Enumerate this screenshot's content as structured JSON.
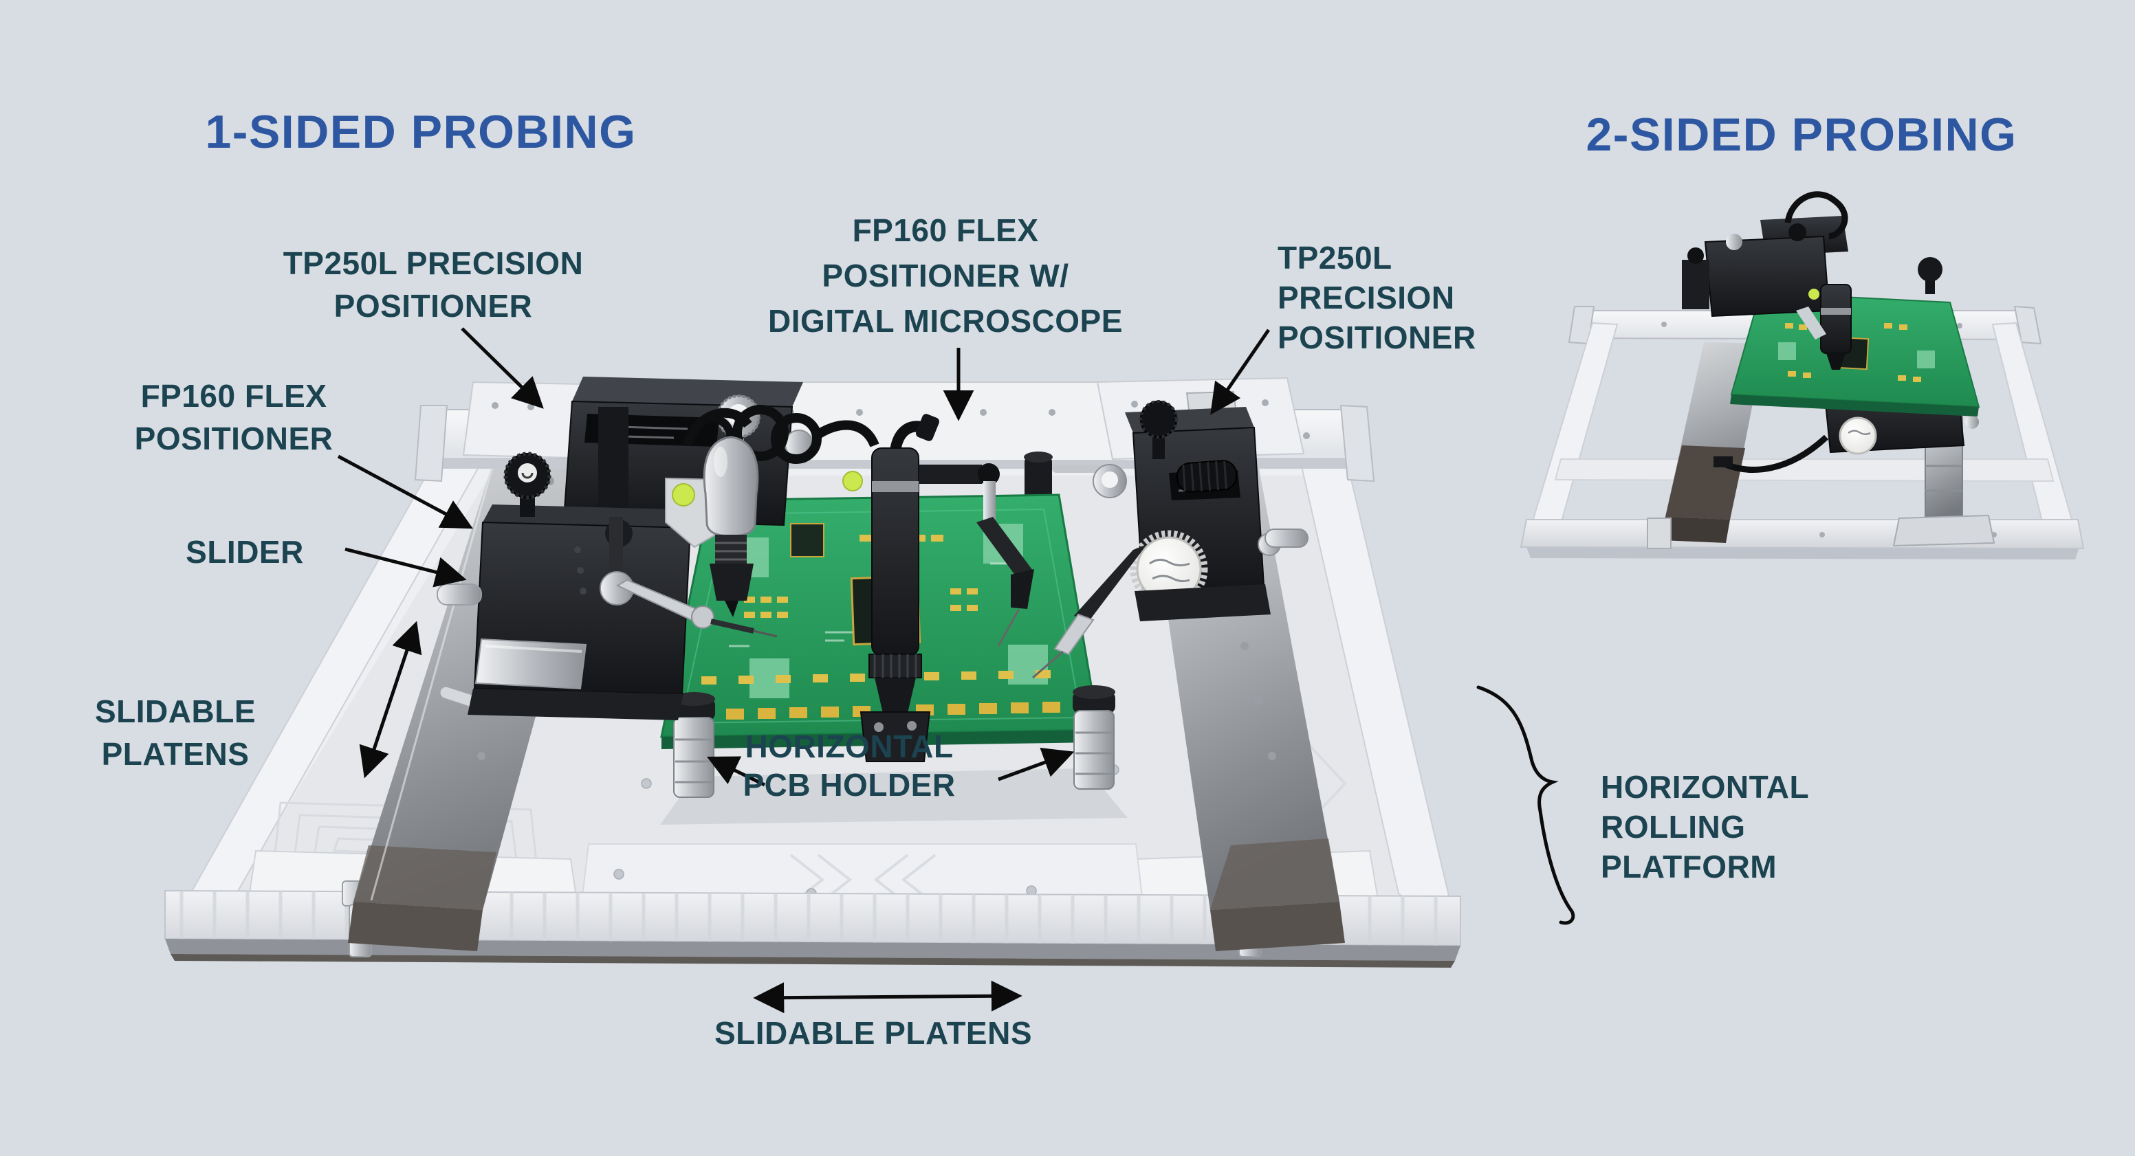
{
  "colors": {
    "background": "#d8dce3",
    "title_blue": "#2e57a2",
    "label_teal": "#1c4350",
    "annotation_black": "#0b0b0b",
    "pcb_green": "#2aa05e",
    "aluminum_light": "#eef0f3",
    "steel_gray": "#9aa0a6",
    "equipment_black": "#1b1d20",
    "accent_lime": "#cbe94e"
  },
  "titles": {
    "one_sided": "1-SIDED PROBING",
    "two_sided": "2-SIDED PROBING"
  },
  "labels": {
    "tp250l_left": {
      "lines": [
        "TP250L PRECISION",
        "POSITIONER"
      ]
    },
    "fp160_left": {
      "lines": [
        "FP160 FLEX",
        "POSITIONER"
      ]
    },
    "fp160_center": {
      "lines": [
        "FP160 FLEX",
        "POSITIONER W/",
        "DIGITAL MICROSCOPE"
      ]
    },
    "tp250l_right": {
      "lines": [
        "TP250L",
        "PRECISION",
        "POSITIONER"
      ]
    },
    "slider": "SLIDER",
    "slidable_platens_left": {
      "lines": [
        "SLIDABLE",
        "PLATENS"
      ]
    },
    "horizontal_pcb_holder": {
      "lines": [
        "HORIZONTAL",
        "PCB HOLDER"
      ]
    },
    "horizontal_rolling_platform": {
      "lines": [
        "HORIZONTAL",
        "ROLLING",
        "PLATFORM"
      ]
    },
    "slidable_platens_bottom": "SLIDABLE PLATENS"
  }
}
